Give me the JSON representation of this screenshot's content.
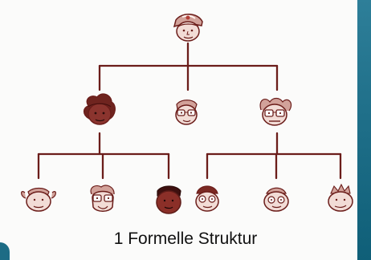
{
  "caption": "1 Formelle Struktur",
  "colors": {
    "line": "#6b1d1a",
    "faceLight": "#f2dcd6",
    "faceDark": "#7c2a24",
    "hair": "#6f241f",
    "accent": "#b23c35",
    "edgeBlue": "#1f6f89"
  },
  "nodes": [
    {
      "id": "top",
      "icon": "cap-face-icon"
    },
    {
      "id": "middle-left",
      "icon": "curly-dark-face-icon"
    },
    {
      "id": "middle-center",
      "icon": "glasses-face-icon"
    },
    {
      "id": "middle-right",
      "icon": "bald-glasses-face-icon"
    },
    {
      "id": "bottom-1",
      "icon": "pigtails-face-icon"
    },
    {
      "id": "bottom-2",
      "icon": "glasses-long-face-icon"
    },
    {
      "id": "bottom-3",
      "icon": "dark-face-icon"
    },
    {
      "id": "bottom-4",
      "icon": "beanie-face-icon"
    },
    {
      "id": "bottom-5",
      "icon": "round-glasses-face-icon"
    },
    {
      "id": "bottom-6",
      "icon": "spiky-face-icon"
    }
  ]
}
